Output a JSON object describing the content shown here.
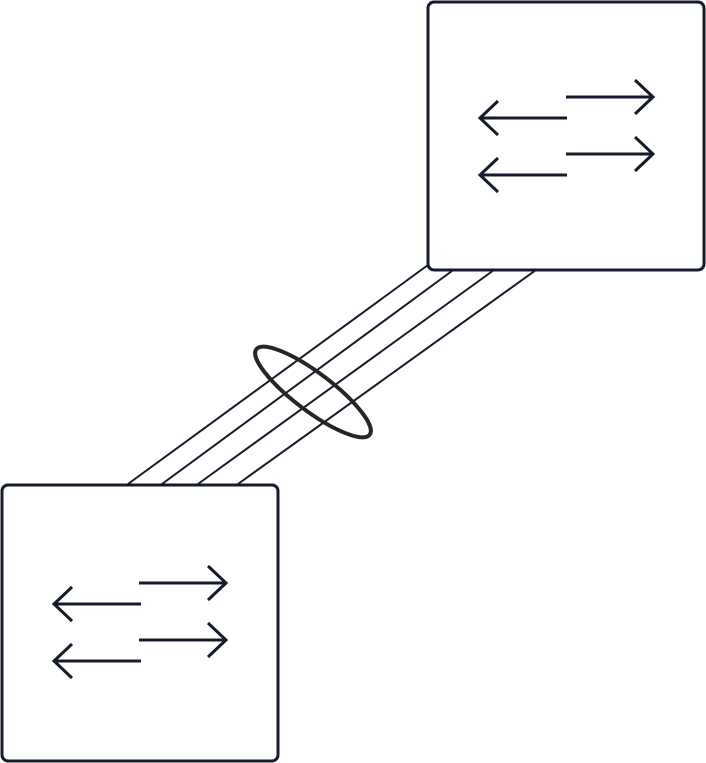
{
  "diagram": {
    "type": "network-topology",
    "nodes": [
      {
        "id": "switch-top-right",
        "icon": "switch-icon",
        "arrows": [
          "left",
          "right",
          "left",
          "right"
        ]
      },
      {
        "id": "switch-bottom-left",
        "icon": "switch-icon",
        "arrows": [
          "left",
          "right",
          "left",
          "right"
        ]
      }
    ],
    "edges": [
      {
        "from": "switch-top-right",
        "to": "switch-bottom-left",
        "link_count": 4,
        "bundled": true,
        "bundle_marker": "ellipse"
      }
    ],
    "colors": {
      "stroke": "#141b2b",
      "bundle_ring": "#252525",
      "background": "#ffffff"
    }
  }
}
